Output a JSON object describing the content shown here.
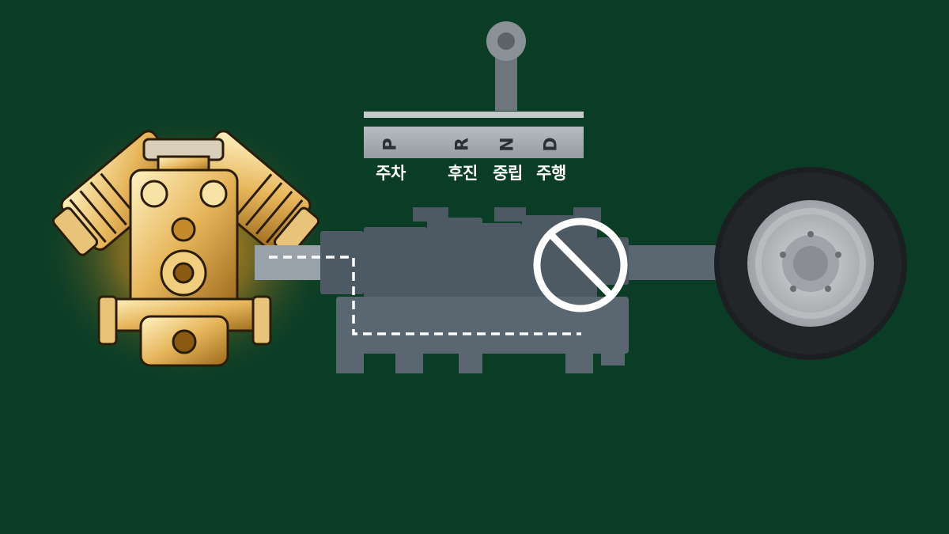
{
  "colors": {
    "background": "#0b3d26",
    "engine_glow": "#f5a623",
    "shaft": "#5b6770",
    "selector_plate": "#a9b0b5",
    "block_symbol": "#ffffff"
  },
  "gear_selector": {
    "letters": [
      "P",
      "R",
      "N",
      "D"
    ],
    "labels": [
      "주차",
      "후진",
      "중립",
      "주행"
    ]
  }
}
